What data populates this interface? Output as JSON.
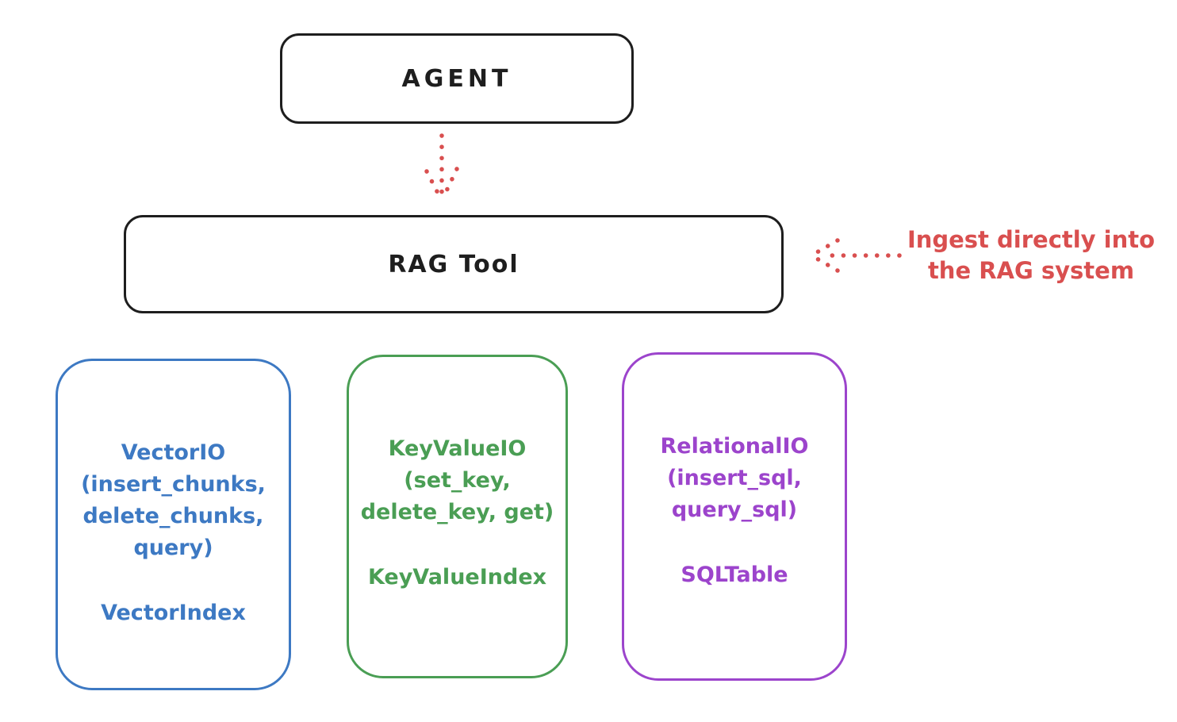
{
  "diagram": {
    "background": "#ffffff",
    "stroke_black": "#1e1e1e",
    "agent_box": {
      "label": "AGENT"
    },
    "rag_box": {
      "label": "RAG Tool"
    },
    "agent_to_rag_arrow": {
      "style": "dotted",
      "direction": "down",
      "color": "#d94f4f"
    },
    "annotation": {
      "line1": "Ingest directly into",
      "line2": "the RAG system",
      "color": "#d94f4f",
      "arrow": {
        "style": "dotted",
        "direction": "left",
        "color": "#d94f4f"
      }
    },
    "io_boxes": [
      {
        "id": "vectorio",
        "color": "#3d79c3",
        "lines": [
          "VectorIO",
          "(insert_chunks,",
          "delete_chunks,",
          "query)"
        ],
        "index_label": "VectorIndex"
      },
      {
        "id": "keyvalueio",
        "color": "#4a9e54",
        "lines": [
          "KeyValueIO",
          "(set_key,",
          "delete_key, get)"
        ],
        "index_label": "KeyValueIndex"
      },
      {
        "id": "relationalio",
        "color": "#9c44cc",
        "lines": [
          "RelationalIO",
          "(insert_sql,",
          "query_sql)"
        ],
        "index_label": "SQLTable"
      }
    ]
  }
}
